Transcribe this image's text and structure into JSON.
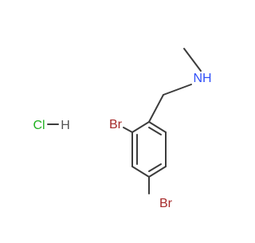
{
  "molecule": {
    "atom_labels": {
      "nh": "NH",
      "br_ortho": "Br",
      "br_para": "Br",
      "salt_cl": "Cl",
      "salt_h": "H"
    },
    "colors": {
      "background": "#ffffff",
      "bond": "#3c3c3c",
      "nitrogen": "#3050f8",
      "bromine": "#a62929",
      "chlorine": "#1fb01f",
      "hydrogen": "#555555"
    }
  }
}
